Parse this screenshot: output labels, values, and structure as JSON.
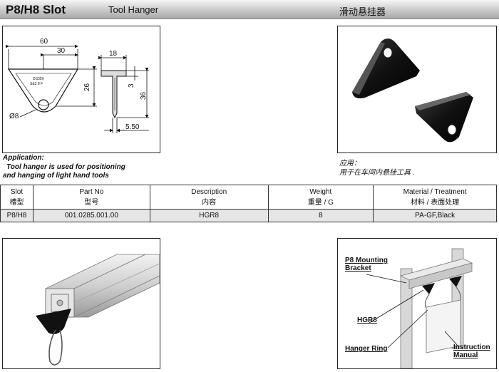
{
  "header": {
    "slot": "P8/H8  Slot",
    "product_name": "Tool Hanger",
    "product_name_cn": "滑动悬挂器"
  },
  "drawing": {
    "dims": {
      "width_total": "60",
      "width_half": "30",
      "height_tri": "26",
      "hole": "Ø8",
      "flange": "18",
      "thickness": "3",
      "height_total": "36",
      "web": "5.50"
    },
    "marking_line1": "DS35X",
    "marking_line2": "S&3 8 F"
  },
  "application": {
    "title": "Application:",
    "line1": "Tool hanger is used for positioning",
    "line2": "and hanging of light hand tools",
    "title_cn": "应用：",
    "text_cn": "用于在车间内悬挂工具 ."
  },
  "table": {
    "headers": [
      {
        "en": "Slot",
        "cn": "槽型"
      },
      {
        "en": "Part No",
        "cn": "型号"
      },
      {
        "en": "Description",
        "cn": "内容"
      },
      {
        "en": "Weight",
        "cn": "重量 / G"
      },
      {
        "en": "Material / Treatment",
        "cn": "材料 / 表面处理"
      }
    ],
    "rows": [
      [
        "P8/H8",
        "001.0285.001.00",
        "HGR8",
        "8",
        "PA-GF,Black"
      ]
    ]
  },
  "assembly_labels": {
    "mounting_bracket": "P8 Mounting Bracket",
    "mounting_bracket_l1": "P8 Mounting",
    "mounting_bracket_l2": "Bracket",
    "hgr8": "HGR8",
    "hanger_ring": "Hanger Ring",
    "instruction_l1": "Instruction",
    "instruction_l2": "Manual"
  }
}
